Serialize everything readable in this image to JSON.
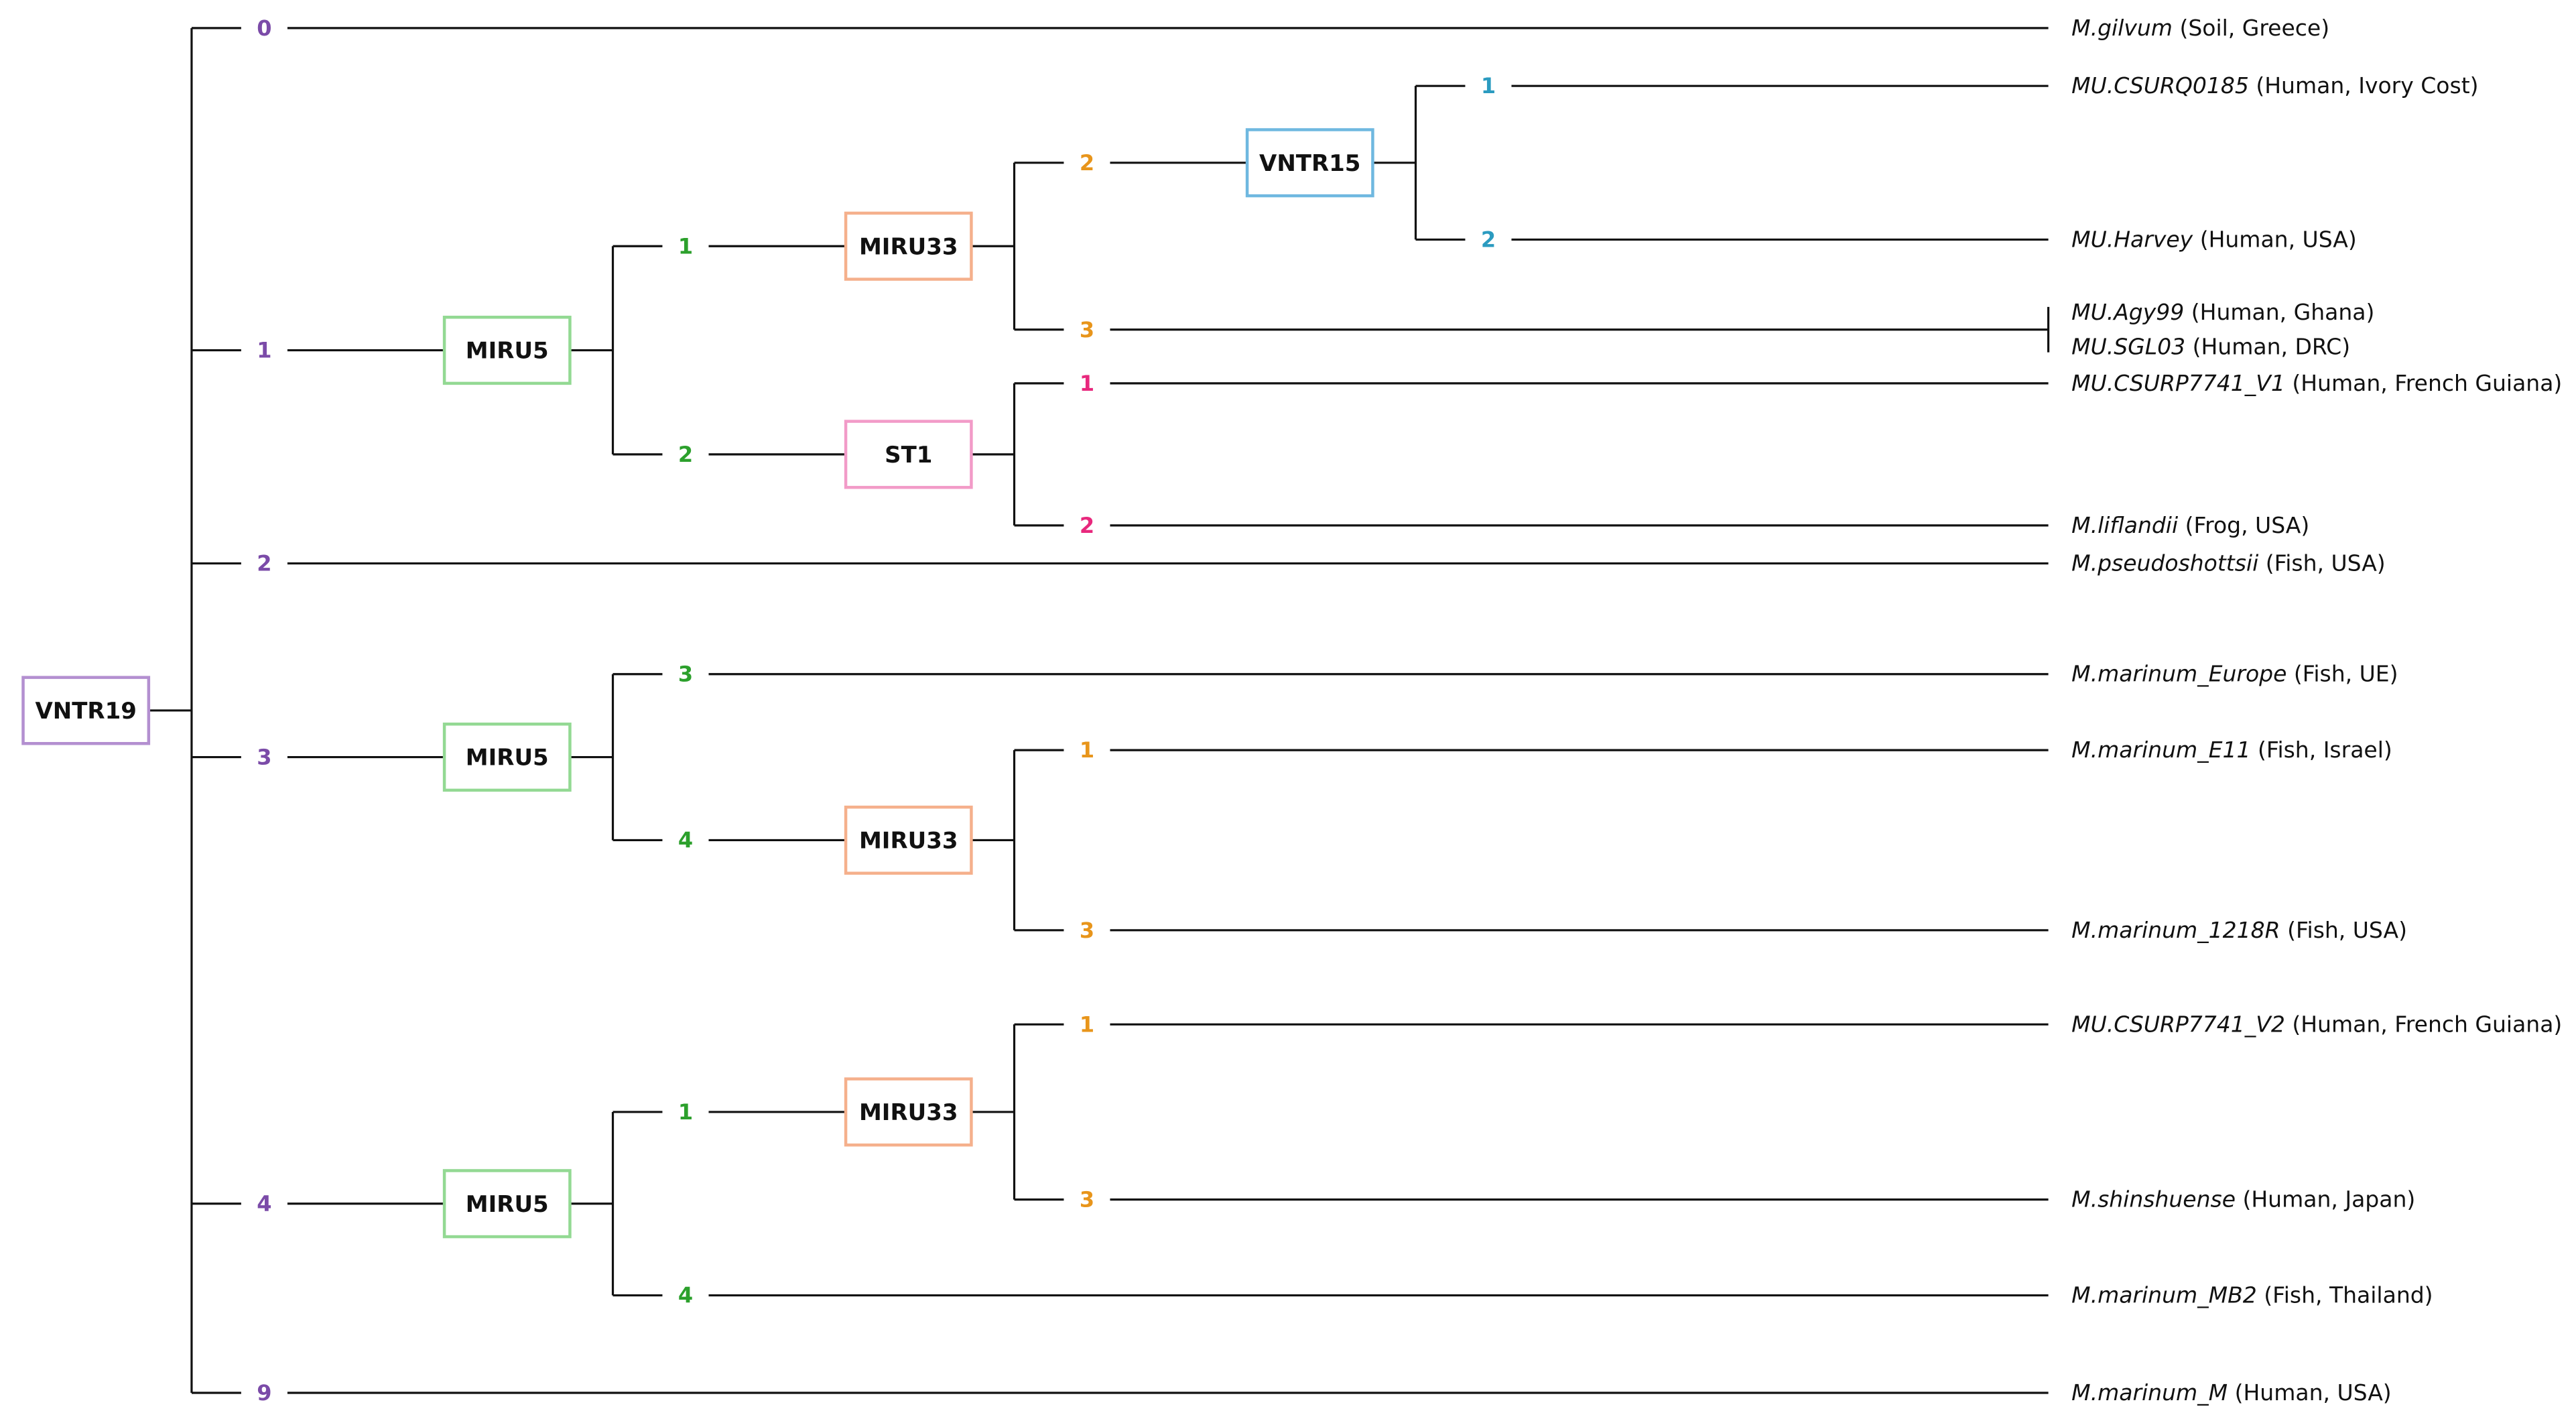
{
  "colors": {
    "VNTR19": "#b38fd0",
    "MIRU5": "#93d993",
    "MIRU33": "#f5b08c",
    "VNTR15": "#6fb8e0",
    "ST1": "#f29bc8",
    "state_VNTR19": "#7b4ba8",
    "state_MIRU5": "#2ca02c",
    "state_MIRU33": "#e8951b",
    "state_VNTR15": "#2b9bc0",
    "state_ST1": "#e8287d"
  },
  "root": {
    "label": "VNTR19",
    "children": [
      {
        "state": "0",
        "leaf": [
          {
            "name": "M.gilvum",
            "meta": "(Soil, Greece)"
          }
        ]
      },
      {
        "state": "1",
        "node": {
          "label": "MIRU5",
          "children": [
            {
              "state": "1",
              "node": {
                "label": "MIRU33",
                "children": [
                  {
                    "state": "2",
                    "node": {
                      "label": "VNTR15",
                      "children": [
                        {
                          "state": "1",
                          "leaf": [
                            {
                              "name": "MU.CSURQ0185",
                              "meta": "(Human, Ivory Cost)"
                            }
                          ]
                        },
                        {
                          "state": "2",
                          "leaf": [
                            {
                              "name": "MU.Harvey",
                              "meta": "(Human, USA)"
                            }
                          ]
                        }
                      ]
                    }
                  },
                  {
                    "state": "3",
                    "leaf": [
                      {
                        "name": "MU.Agy99",
                        "meta": "(Human, Ghana)"
                      },
                      {
                        "name": "MU.SGL03",
                        "meta": "(Human, DRC)"
                      }
                    ]
                  }
                ]
              }
            },
            {
              "state": "2",
              "node": {
                "label": "ST1",
                "children": [
                  {
                    "state": "1",
                    "leaf": [
                      {
                        "name": "MU.CSURP7741_V1",
                        "meta": "(Human, French Guiana)"
                      }
                    ]
                  },
                  {
                    "state": "2",
                    "leaf": [
                      {
                        "name": "M.liflandii",
                        "meta": "(Frog, USA)"
                      }
                    ]
                  }
                ]
              }
            }
          ]
        }
      },
      {
        "state": "2",
        "leaf": [
          {
            "name": "M.pseudoshottsii",
            "meta": "(Fish, USA)"
          }
        ]
      },
      {
        "state": "3",
        "node": {
          "label": "MIRU5",
          "children": [
            {
              "state": "3",
              "leaf": [
                {
                  "name": "M.marinum_Europe",
                  "meta": "(Fish, UE)"
                }
              ]
            },
            {
              "state": "4",
              "node": {
                "label": "MIRU33",
                "children": [
                  {
                    "state": "1",
                    "leaf": [
                      {
                        "name": "M.marinum_E11",
                        "meta": "(Fish, Israel)"
                      }
                    ]
                  },
                  {
                    "state": "3",
                    "leaf": [
                      {
                        "name": "M.marinum_1218R",
                        "meta": "(Fish, USA)"
                      }
                    ]
                  }
                ]
              }
            }
          ]
        }
      },
      {
        "state": "4",
        "node": {
          "label": "MIRU5",
          "children": [
            {
              "state": "1",
              "node": {
                "label": "MIRU33",
                "children": [
                  {
                    "state": "1",
                    "leaf": [
                      {
                        "name": "MU.CSURP7741_V2",
                        "meta": "(Human, French Guiana)"
                      }
                    ]
                  },
                  {
                    "state": "3",
                    "leaf": [
                      {
                        "name": "M.shinshuense",
                        "meta": "(Human, Japan)"
                      }
                    ]
                  }
                ]
              }
            },
            {
              "state": "4",
              "leaf": [
                {
                  "name": "M.marinum_MB2",
                  "meta": "(Fish, Thailand)"
                }
              ]
            }
          ]
        }
      },
      {
        "state": "9",
        "leaf": [
          {
            "name": "M.marinum_M",
            "meta": "(Human, USA)"
          }
        ]
      }
    ]
  }
}
